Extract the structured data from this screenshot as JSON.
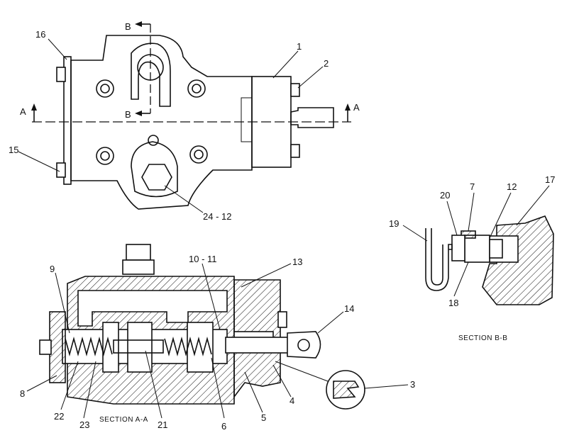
{
  "callouts": {
    "c1": "1",
    "c2": "2",
    "c3": "3",
    "c4": "4",
    "c5": "5",
    "c6": "6",
    "c7": "7",
    "c8": "8",
    "c9": "9",
    "c10_11": "10 - 11",
    "c12": "12",
    "c13": "13",
    "c14": "14",
    "c15": "15",
    "c16": "16",
    "c17": "17",
    "c18": "18",
    "c19": "19",
    "c20": "20",
    "c21": "21",
    "c22": "22",
    "c23": "23",
    "c24_12": "24 - 12"
  },
  "section_marks": {
    "a_left": "A",
    "a_right": "A",
    "b_top": "B",
    "b_bottom": "B"
  },
  "captions": {
    "section_aa": "SECTION  A-A",
    "section_bb": "SECTION  B-B"
  }
}
